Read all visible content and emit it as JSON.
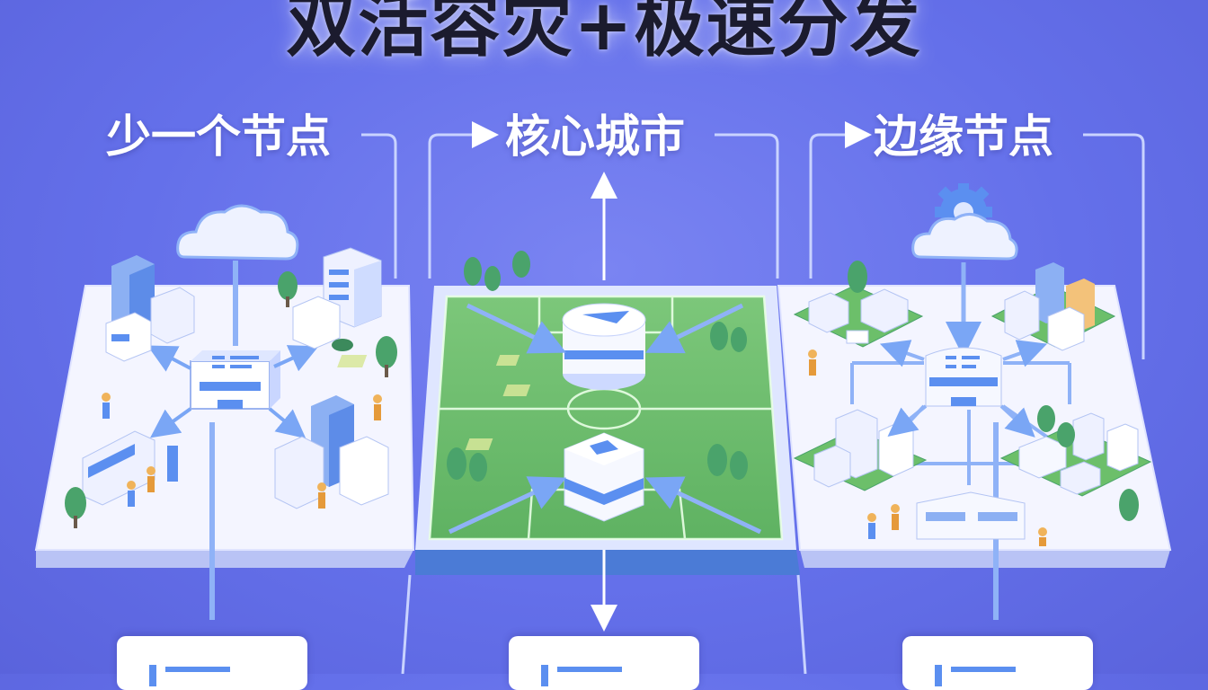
{
  "title": "双活容灾+极速分发",
  "headings": {
    "left": "少一个节点",
    "center": "核心城市",
    "right": "边缘节点"
  },
  "colors": {
    "background": "#6670ea",
    "accent_blue": "#5b8ff0",
    "field_green": "#6cbf6a",
    "platform": "#f2f3ff"
  },
  "icons": [
    "cloud-icon",
    "gear-icon",
    "stadium-icon",
    "building-icon",
    "tree-icon",
    "person-icon"
  ]
}
